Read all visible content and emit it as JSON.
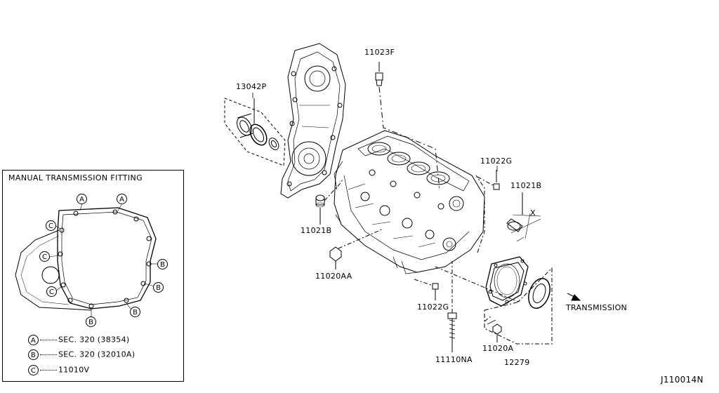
{
  "inset": {
    "title": "MANUAL TRANSMISSION FITTING",
    "markers": [
      "A",
      "B",
      "C"
    ],
    "legend": [
      {
        "key": "A",
        "text": "SEC. 320 (38354)"
      },
      {
        "key": "B",
        "text": "SEC. 320 (32010A)"
      },
      {
        "key": "C",
        "text": "11010V"
      }
    ]
  },
  "labels": {
    "p13042P": "13042P",
    "p11023F": "11023F",
    "p11022G_top": "11022G",
    "p11021B_right": "11021B",
    "x_mark": "X",
    "p11021B_left": "11021B",
    "p11020AA": "11020AA",
    "p11022G_bottom": "11022G",
    "transmission": "TRANSMISSION",
    "p11020A": "11020A",
    "p11110NA": "11110NA",
    "p12279": "12279",
    "diagram_id": "J110014N"
  }
}
